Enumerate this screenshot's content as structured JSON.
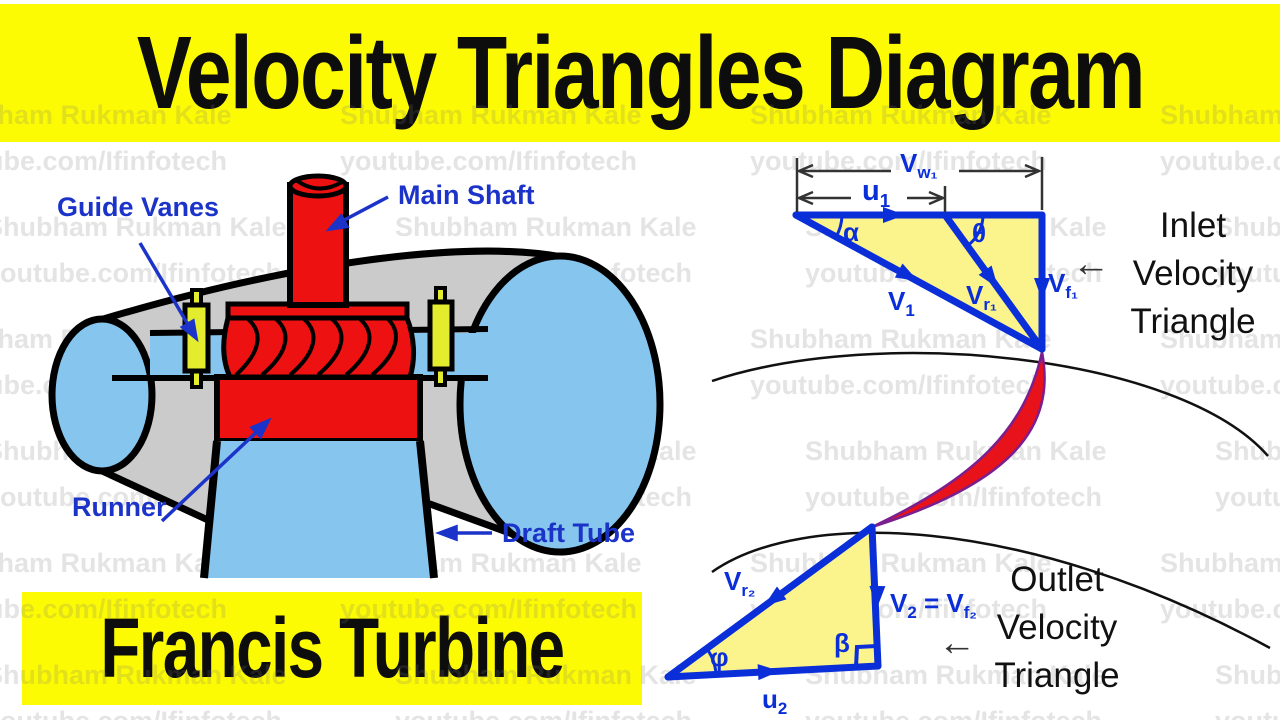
{
  "title_banner": {
    "text": "Velocity Triangles Diagram",
    "bg": "#FDFB04",
    "fg": "#0d0d0d"
  },
  "subtitle_banner": {
    "text": "Francis Turbine",
    "bg": "#FDFB04",
    "fg": "#0d0d0d"
  },
  "watermark": {
    "line1": "Shubham Rukman Kale",
    "line2": "youtube.com/Ifinfotech",
    "pair_tops": [
      100,
      212,
      324,
      436,
      548,
      660
    ],
    "line_gap": 46,
    "columns": [
      -70,
      340,
      750,
      1160
    ],
    "stagger": 55
  },
  "turbine": {
    "labels": {
      "guide_vanes": "Guide Vanes",
      "main_shaft": "Main Shaft",
      "runner": "Runner",
      "draft_tube": "Draft Tube"
    },
    "colors": {
      "casing_gray": "#CBCBCB",
      "water_blue": "#86C5EE",
      "rotor_red": "#EE1111",
      "vane_yellow": "#E3ED2E",
      "outline": "#000000",
      "label_blue": "#1B33C9"
    }
  },
  "inlet": {
    "caption": [
      "Inlet",
      "Velocity",
      "Triangle"
    ],
    "arrow": "←",
    "labels": {
      "vw1": [
        {
          "t": "V"
        },
        {
          "t": "w₁",
          "s": 1
        }
      ],
      "u1": [
        {
          "t": "u"
        },
        {
          "t": "1",
          "s": 1
        }
      ],
      "alpha": [
        {
          "t": "α"
        }
      ],
      "theta": [
        {
          "t": "θ"
        }
      ],
      "v1": [
        {
          "t": "V"
        },
        {
          "t": "1",
          "s": 1
        }
      ],
      "vr1": [
        {
          "t": "V"
        },
        {
          "t": "r₁",
          "s": 1
        }
      ],
      "vf1": [
        {
          "t": "V"
        },
        {
          "t": "f₁",
          "s": 1
        }
      ]
    }
  },
  "outlet": {
    "caption": [
      "Outlet",
      "Velocity",
      "Triangle"
    ],
    "arrow": "←",
    "labels": {
      "vr2": [
        {
          "t": "V"
        },
        {
          "t": "r₂",
          "s": 1
        }
      ],
      "v2vf2": [
        {
          "t": "V"
        },
        {
          "t": "2",
          "s": 1
        },
        {
          "t": " = V"
        },
        {
          "t": "f₂",
          "s": 1
        }
      ],
      "beta": [
        {
          "t": "β"
        }
      ],
      "phi": [
        {
          "t": "φ"
        }
      ],
      "u2": [
        {
          "t": "u"
        },
        {
          "t": "2",
          "s": 1
        }
      ]
    }
  },
  "triangle_colors": {
    "edge_blue": "#0A2ED8",
    "fill_yellow": "#FBF48C",
    "blade_red": "#E8121A"
  }
}
